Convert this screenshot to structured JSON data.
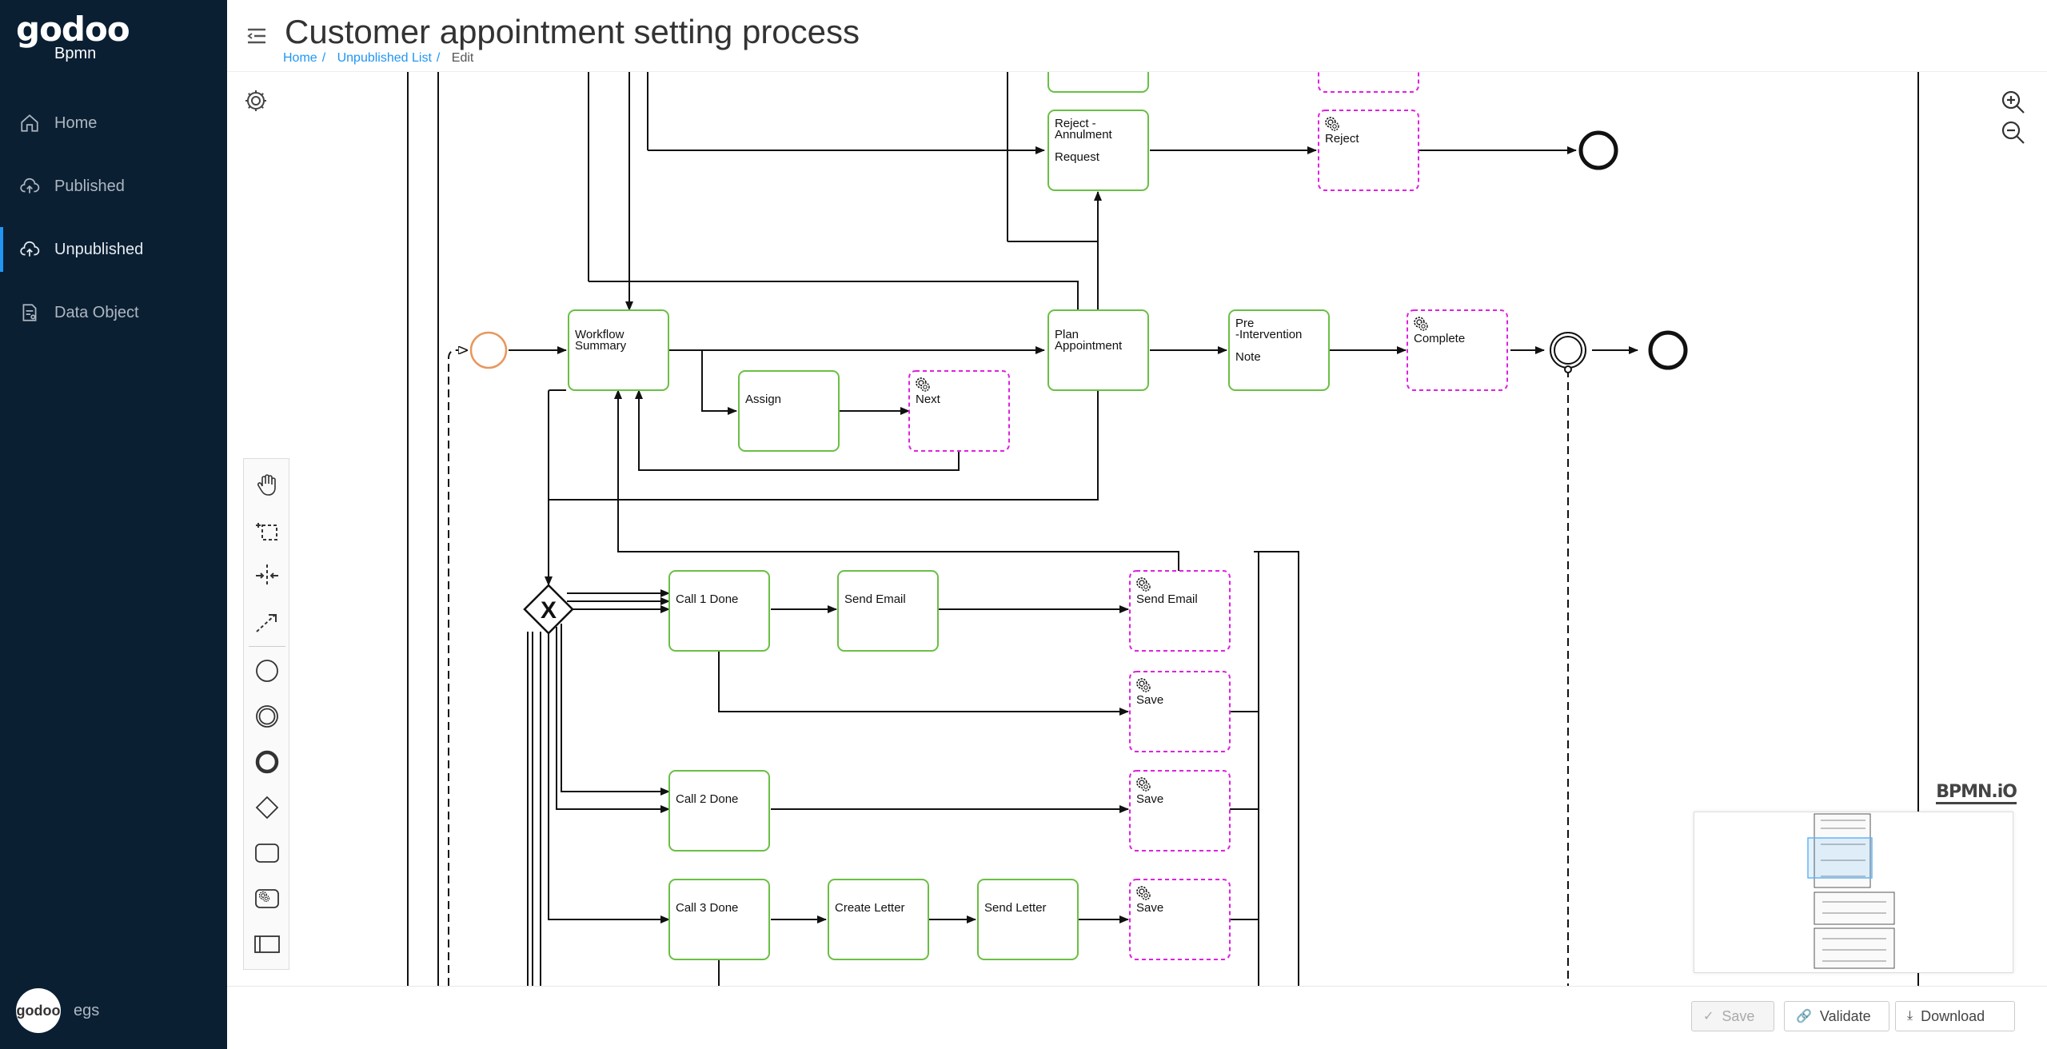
{
  "brand": {
    "logo": "godoo",
    "sub": "Bpmn"
  },
  "nav": [
    {
      "label": "Home",
      "icon": "home-icon"
    },
    {
      "label": "Published",
      "icon": "cloud-upload-icon"
    },
    {
      "label": "Unpublished",
      "icon": "cloud-upload-icon",
      "active": true
    },
    {
      "label": "Data Object",
      "icon": "document-icon"
    }
  ],
  "user": {
    "avatar_text": "godoo",
    "name": "egs"
  },
  "header": {
    "title": "Customer appointment setting process",
    "breadcrumb": [
      "Home",
      "Unpublished List",
      "Edit"
    ]
  },
  "diagram": {
    "tasks": {
      "reject_annulment": "Reject -\nAnnulment\n\nRequest",
      "reject": "Reject",
      "workflow_summary": "Workflow\nSummary",
      "plan_appointment": "Plan\nAppointment",
      "pre_intervention": "Pre\n-Intervention\n\nNote",
      "complete": "Complete",
      "assign": "Assign",
      "next": "Next",
      "call1": "Call 1 Done",
      "send_email1": "Send Email",
      "send_email2": "Send Email",
      "save1": "Save",
      "call2": "Call 2 Done",
      "save2": "Save",
      "call3": "Call 3 Done",
      "create_letter": "Create Letter",
      "send_letter": "Send Letter",
      "save3": "Save"
    },
    "gateway_mark": "X"
  },
  "watermark": "BPMN.iO",
  "footer": {
    "save": "Save",
    "validate": "Validate",
    "download": "Download"
  },
  "colors": {
    "sidebar_bg": "#0b1f33",
    "task_border": "#6abf45",
    "service_border": "#e020e0",
    "start_event": "#e8975e",
    "accent": "#2196f3"
  }
}
